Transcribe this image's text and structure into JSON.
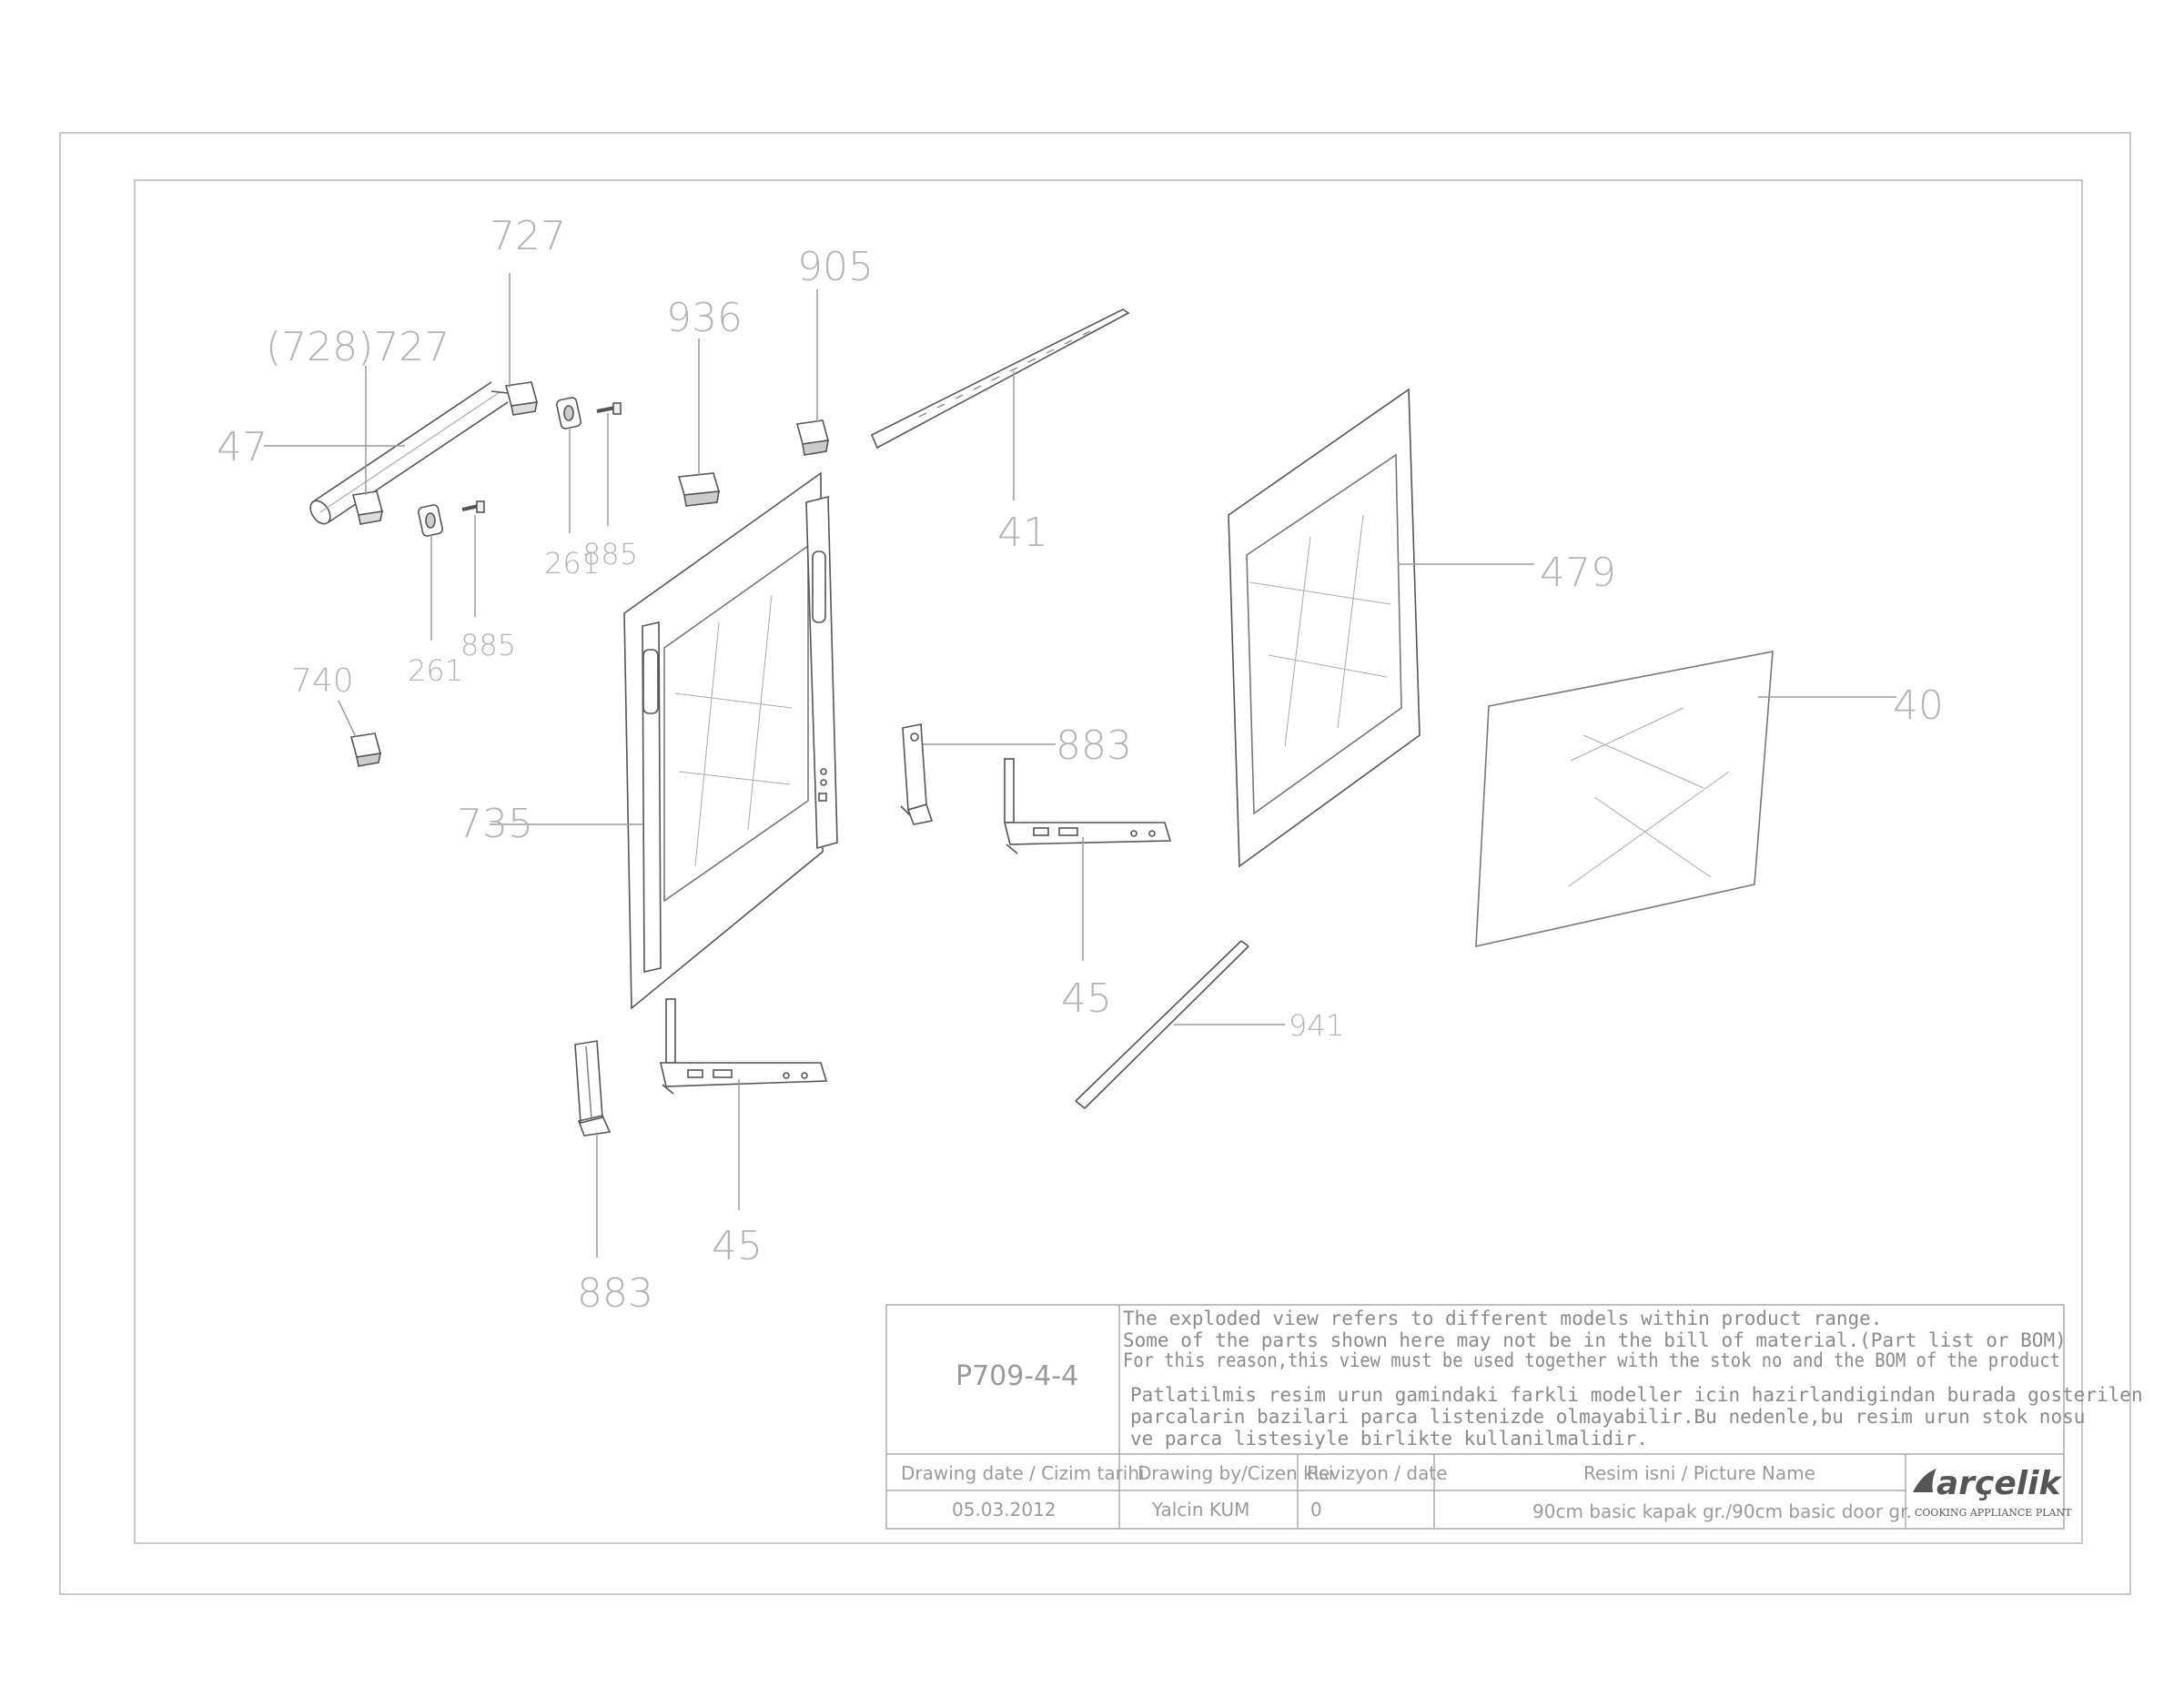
{
  "drawing": {
    "part_labels": {
      "l727_top": "727",
      "l728_727": "(728)727",
      "l47": "47",
      "l261_a": "261",
      "l885_a": "885",
      "l261_b": "261",
      "l885_b": "885",
      "l740": "740",
      "l936": "936",
      "l905": "905",
      "l41": "41",
      "l479": "479",
      "l40": "40",
      "l735": "735",
      "l883_a": "883",
      "l45_a": "45",
      "l941": "941",
      "l45_b": "45",
      "l883_b": "883"
    }
  },
  "title_block": {
    "code": "P709-4-4",
    "note_en": [
      "The exploded view refers to different models within product range.",
      "Some of the parts shown here may not be in the bill of material.(Part list or BOM)",
      "For this reason,this view must be used together with the stok no and the BOM of the product"
    ],
    "note_tr": [
      "Patlatilmis resim urun gamindaki farkli modeller icin hazirlandigindan burada gosterilen",
      "parcalarin bazilari parca listenizde olmayabilir.Bu nedenle,bu resim urun stok nosu",
      "ve parca listesiyle birlikte kullanilmalidir."
    ],
    "headers": {
      "drawing_date": "Drawing date / Cizim tarihi",
      "drawing_by": "Drawing by/Cizen kisi",
      "revision": "Revizyon / date",
      "picture_name": "Resim isni / Picture Name"
    },
    "values": {
      "drawing_date": "05.03.2012",
      "drawing_by": "Yalcin KUM",
      "revision": "0",
      "picture_name": "90cm basic kapak gr./90cm basic door gr."
    },
    "logo": {
      "brand": "arçelik",
      "subtitle": "COOKING APPLIANCE PLANT"
    }
  }
}
